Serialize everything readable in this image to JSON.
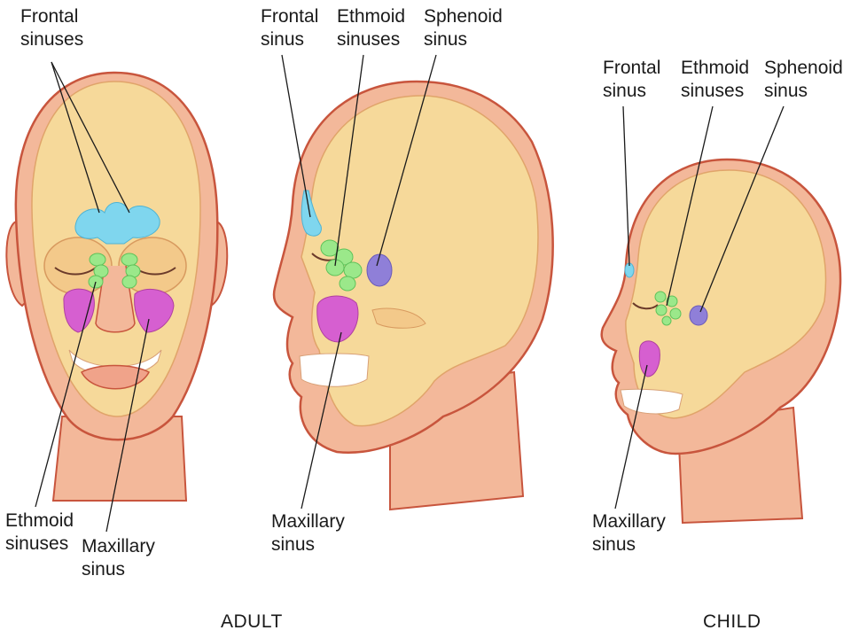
{
  "colors": {
    "skin": "#f3b89a",
    "skull": "#f6d99a",
    "outline": "#c8553d",
    "frontal_sinus": "#7fd6ee",
    "ethmoid_sinus": "#9be88a",
    "sphenoid_sinus": "#8f7fd8",
    "maxillary_sinus": "#d65fd0"
  },
  "adult_front": {
    "frontal_label": [
      "Frontal",
      "sinuses"
    ],
    "ethmoid_label": [
      "Ethmoid",
      "sinuses"
    ],
    "maxillary_label": [
      "Maxillary",
      "sinus"
    ]
  },
  "adult_side": {
    "frontal_label": [
      "Frontal",
      "sinus"
    ],
    "ethmoid_label": [
      "Ethmoid",
      "sinuses"
    ],
    "sphenoid_label": [
      "Sphenoid",
      "sinus"
    ],
    "maxillary_label": [
      "Maxillary",
      "sinus"
    ]
  },
  "child_side": {
    "frontal_label": [
      "Frontal",
      "sinus"
    ],
    "ethmoid_label": [
      "Ethmoid",
      "sinuses"
    ],
    "sphenoid_label": [
      "Sphenoid",
      "sinus"
    ],
    "maxillary_label": [
      "Maxillary",
      "sinus"
    ]
  },
  "captions": {
    "adult": "ADULT",
    "child": "CHILD"
  }
}
